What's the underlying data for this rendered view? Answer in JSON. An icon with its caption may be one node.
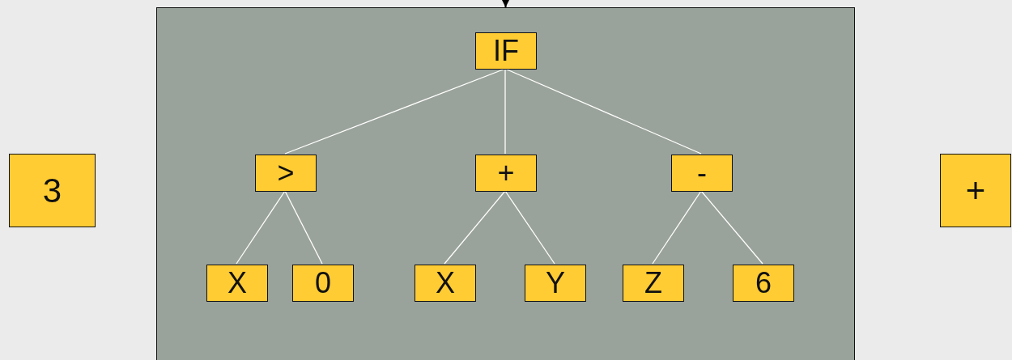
{
  "diagram": {
    "nodes": [
      {
        "text": [
          "3"
        ]
      },
      {
        "text": [],
        "shape": "box"
      },
      {
        "text": [
          "IF"
        ],
        "in": 1
      },
      {
        "text": [
          ">"
        ],
        "in": 1
      },
      {
        "text": [
          "+"
        ],
        "in": 1
      },
      {
        "text": [
          "-"
        ],
        "in": 1
      },
      {
        "text": [
          "X"
        ],
        "in": 1
      },
      {
        "text": [
          "0"
        ],
        "in": 1
      },
      {
        "text": [
          "X"
        ],
        "in": 1
      },
      {
        "text": [
          "Y"
        ],
        "in": 1
      },
      {
        "text": [
          "Z"
        ],
        "in": 1
      },
      {
        "text": [
          "6"
        ],
        "in": 1
      },
      {
        "text": [
          "+"
        ]
      }
    ],
    "edges": [
      {
        "from": null,
        "to": 1,
        "arrow": "to",
        "color": "#000000"
      },
      {
        "from": 2,
        "to": 3,
        "arrow": "none"
      },
      {
        "from": 2,
        "to": 4,
        "arrow": "none"
      },
      {
        "from": 2,
        "to": 5,
        "arrow": "none"
      },
      {
        "from": 3,
        "to": 6,
        "arrow": "none"
      },
      {
        "from": 3,
        "to": 7,
        "arrow": "none"
      },
      {
        "from": 4,
        "to": 8,
        "arrow": "none"
      },
      {
        "from": 4,
        "to": 9,
        "arrow": "none"
      },
      {
        "from": 5,
        "to": 10,
        "arrow": "none"
      },
      {
        "from": 5,
        "to": 11,
        "arrow": "none"
      }
    ]
  }
}
